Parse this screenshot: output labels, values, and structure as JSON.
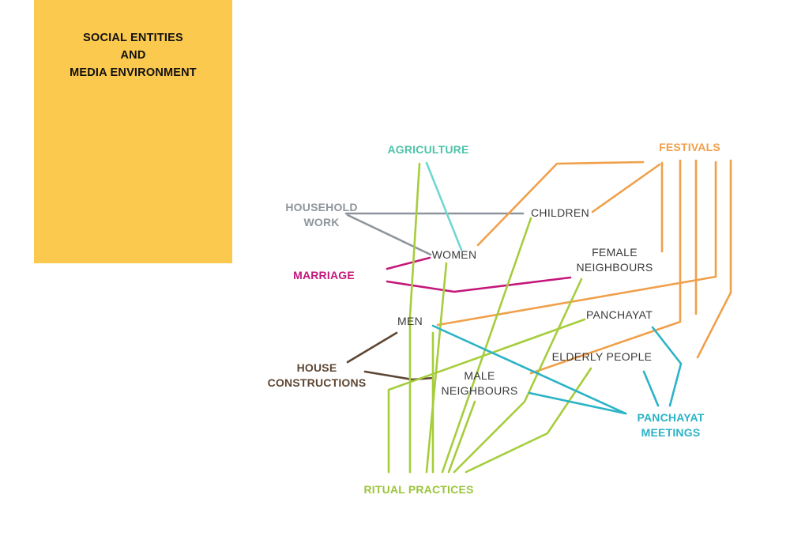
{
  "title": {
    "lines": [
      "SOCIAL ENTITIES",
      "AND",
      "MEDIA ENVIRONMENT"
    ],
    "box_color": "#FBC94E"
  },
  "nodes": {
    "agriculture": {
      "label": "AGRICULTURE",
      "color": "#4EC3A8"
    },
    "festivals": {
      "label": "FESTIVALS",
      "color": "#F0A04B"
    },
    "household_work": {
      "line1": "HOUSEHOLD",
      "line2": "WORK",
      "color": "#8E959C"
    },
    "marriage": {
      "label": "MARRIAGE",
      "color": "#C3177A"
    },
    "house_constructions": {
      "line1": "HOUSE",
      "line2": "CONSTRUCTIONS",
      "color": "#5E4632"
    },
    "ritual_practices": {
      "label": "RITUAL PRACTICES",
      "color": "#9CC43C"
    },
    "panchayat_meetings": {
      "line1": "PANCHAYAT",
      "line2": "MEETINGS",
      "color": "#2BB3C6"
    },
    "children": {
      "label": "CHILDREN"
    },
    "women": {
      "label": "WOMEN"
    },
    "female_neighbours": {
      "line1": "FEMALE",
      "line2": "NEIGHBOURS"
    },
    "men": {
      "label": "MEN"
    },
    "panchayat": {
      "label": "PANCHAYAT"
    },
    "elderly_people": {
      "label": "ELDERLY PEOPLE"
    },
    "male_neighbours": {
      "line1": "MALE",
      "line2": "NEIGHBOURS"
    }
  },
  "colors": {
    "entity_text": "#3a3a3a",
    "household_work": "#8E959C",
    "agriculture": "#6FD8D2",
    "festivals": "#F0A04B",
    "marriage": "#C3177A",
    "house_constructions": "#5E4632",
    "ritual_practices": "#A6CD3D",
    "panchayat_meetings": "#2BB3C6"
  }
}
